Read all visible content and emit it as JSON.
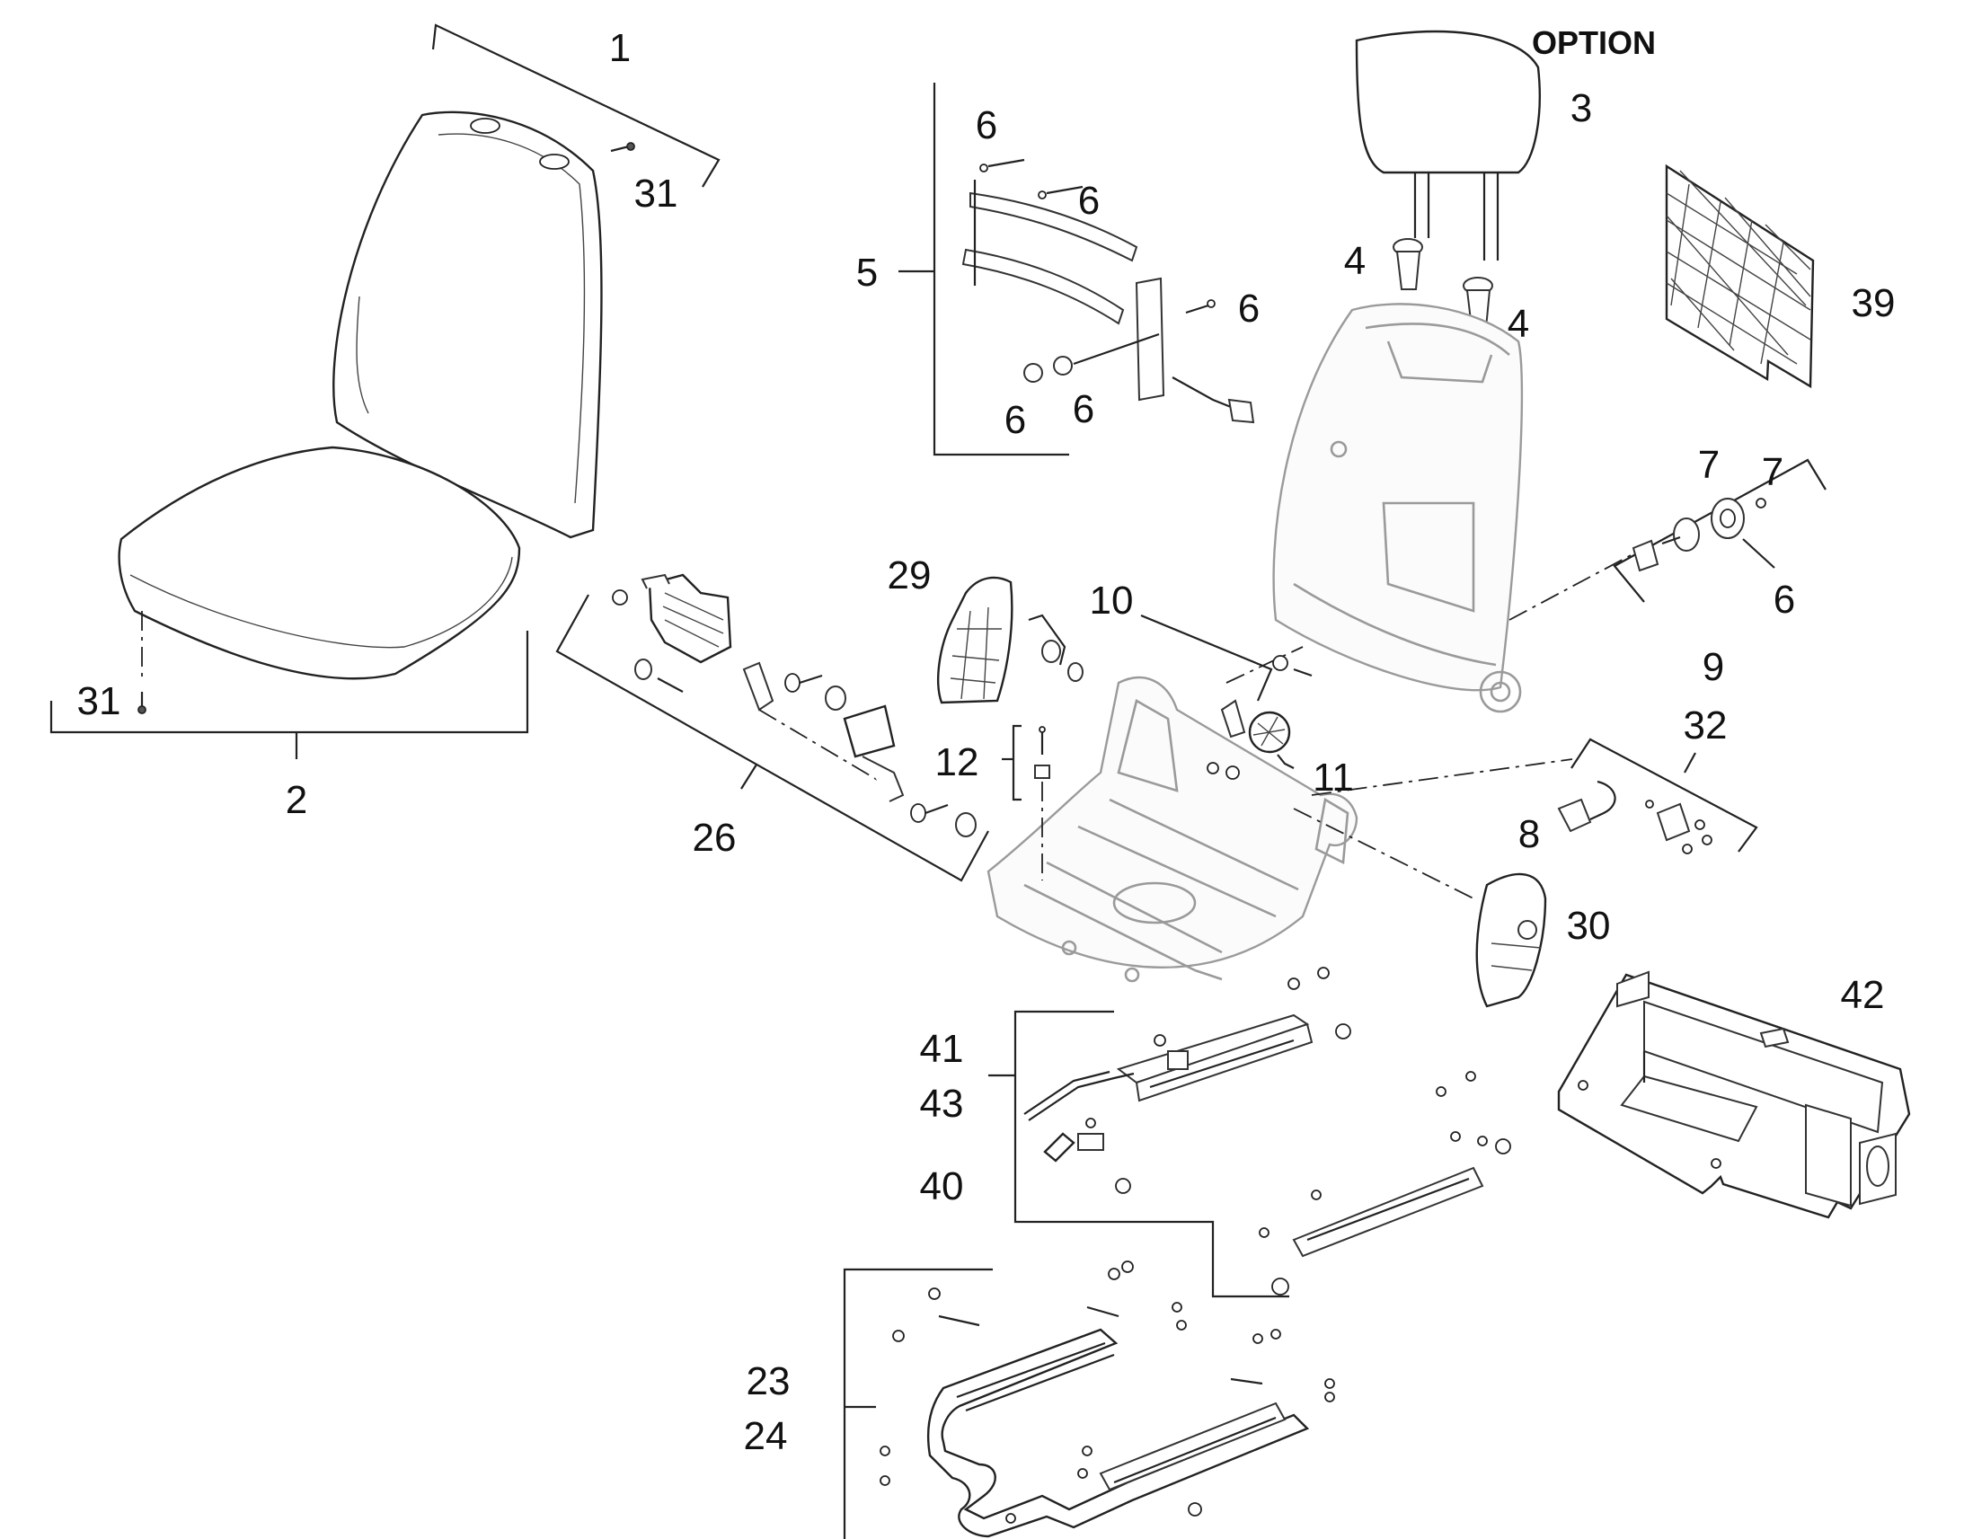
{
  "option_label": "OPTION",
  "callouts": {
    "c1": "1",
    "c2": "2",
    "c3": "3",
    "c4a": "4",
    "c4b": "4",
    "c5": "5",
    "c6a": "6",
    "c6b": "6",
    "c6c": "6",
    "c6d": "6",
    "c6e": "6",
    "c6f": "6",
    "c7a": "7",
    "c7b": "7",
    "c8": "8",
    "c9": "9",
    "c10": "10",
    "c11": "11",
    "c12": "12",
    "c23": "23",
    "c24": "24",
    "c26": "26",
    "c29": "29",
    "c30": "30",
    "c31a": "31",
    "c31b": "31",
    "c32": "32",
    "c39": "39",
    "c40": "40",
    "c41": "41",
    "c42": "42",
    "c43": "43"
  }
}
